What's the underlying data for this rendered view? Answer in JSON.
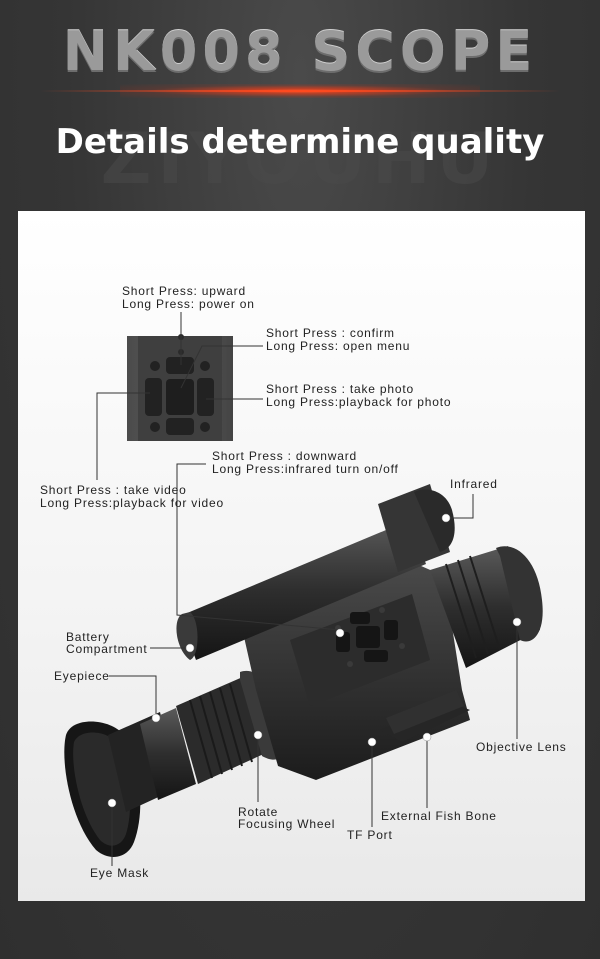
{
  "header": {
    "title": "NK008 SCOPE",
    "subtitle": "Details determine quality",
    "watermark": "ZIYOUHU",
    "accent_color": "#ff4a1f"
  },
  "callouts": {
    "up_short": "Short Press: upward",
    "up_long": "Long Press: power on",
    "confirm_short": "Short Press : confirm",
    "confirm_long": "Long Press: open menu",
    "photo_short": "Short Press : take photo",
    "photo_long": "Long Press:playback for photo",
    "down_short": "Short Press : downward",
    "down_long": "Long Press:infrared turn on/off",
    "video_short": "Short Press : take video",
    "video_long": "Long Press:playback for video",
    "infrared": "Infrared",
    "battery_1": "Battery",
    "battery_2": "Compartment",
    "eyepiece": "Eyepiece",
    "objective_lens": "Objective Lens",
    "rotate_1": "Rotate",
    "rotate_2": "Focusing Wheel",
    "fish_bone": "External Fish Bone",
    "tf_port": "TF Port",
    "eye_mask": "Eye Mask"
  }
}
